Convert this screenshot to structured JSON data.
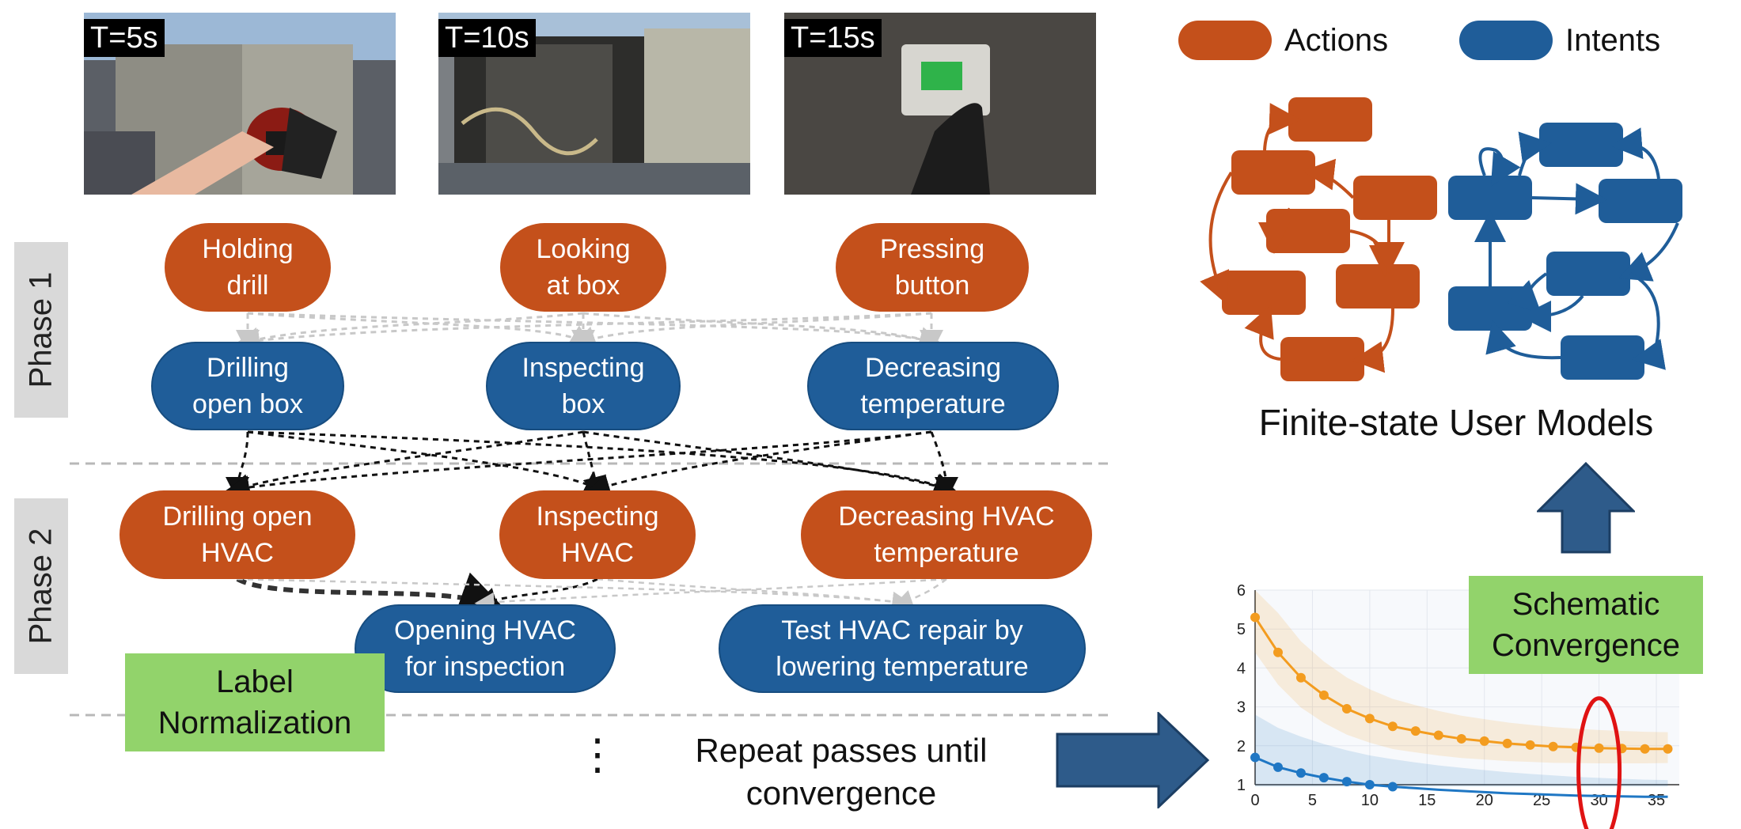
{
  "frames": [
    {
      "time_label": "T=5s"
    },
    {
      "time_label": "T=10s"
    },
    {
      "time_label": "T=15s"
    }
  ],
  "phases": [
    "Phase 1",
    "Phase 2"
  ],
  "phase1": {
    "actions": [
      "Holding\ndrill",
      "Looking\nat box",
      "Pressing\nbutton"
    ],
    "intents": [
      "Drilling\nopen box",
      "Inspecting\nbox",
      "Decreasing\ntemperature"
    ]
  },
  "phase2": {
    "actions": [
      "Drilling open\nHVAC",
      "Inspecting\nHVAC",
      "Decreasing HVAC\ntemperature"
    ],
    "intents": [
      "Opening HVAC\nfor inspection",
      "Test HVAC repair by\nlowering temperature"
    ]
  },
  "label_normalization": "Label\nNormalization",
  "ellipsis": "⋮",
  "repeat_text": "Repeat passes until\nconvergence",
  "legend": {
    "actions": {
      "label": "Actions",
      "color": "#c4501b"
    },
    "intents": {
      "label": "Intents",
      "color": "#1f5d99"
    }
  },
  "fsm_title": "Finite-state User Models",
  "schematic_label": "Schematic\nConvergence",
  "chart_data": {
    "type": "line",
    "xlim": [
      0,
      37
    ],
    "ylim": [
      1,
      6
    ],
    "x_ticks": [
      0,
      5,
      10,
      15,
      20,
      25,
      30,
      35
    ],
    "y_ticks": [
      1,
      2,
      3,
      4,
      5,
      6
    ],
    "x": [
      0,
      2,
      4,
      6,
      8,
      10,
      12,
      14,
      16,
      18,
      20,
      22,
      24,
      26,
      28,
      30,
      32,
      34,
      36
    ],
    "series": [
      {
        "color": "#f39c1f",
        "values": [
          5.3,
          4.4,
          3.75,
          3.3,
          2.95,
          2.7,
          2.5,
          2.38,
          2.27,
          2.18,
          2.12,
          2.06,
          2.02,
          1.98,
          1.96,
          1.94,
          1.93,
          1.92,
          1.92
        ]
      },
      {
        "color": "#1f77c4",
        "values": [
          1.7,
          1.45,
          1.3,
          1.18,
          1.08,
          1.0,
          0.95,
          0.91,
          0.87,
          0.84,
          0.81,
          0.78,
          0.76,
          0.74,
          0.72,
          0.71,
          0.7,
          0.69,
          0.69
        ]
      }
    ],
    "highlight_x": 30,
    "grid": true
  }
}
